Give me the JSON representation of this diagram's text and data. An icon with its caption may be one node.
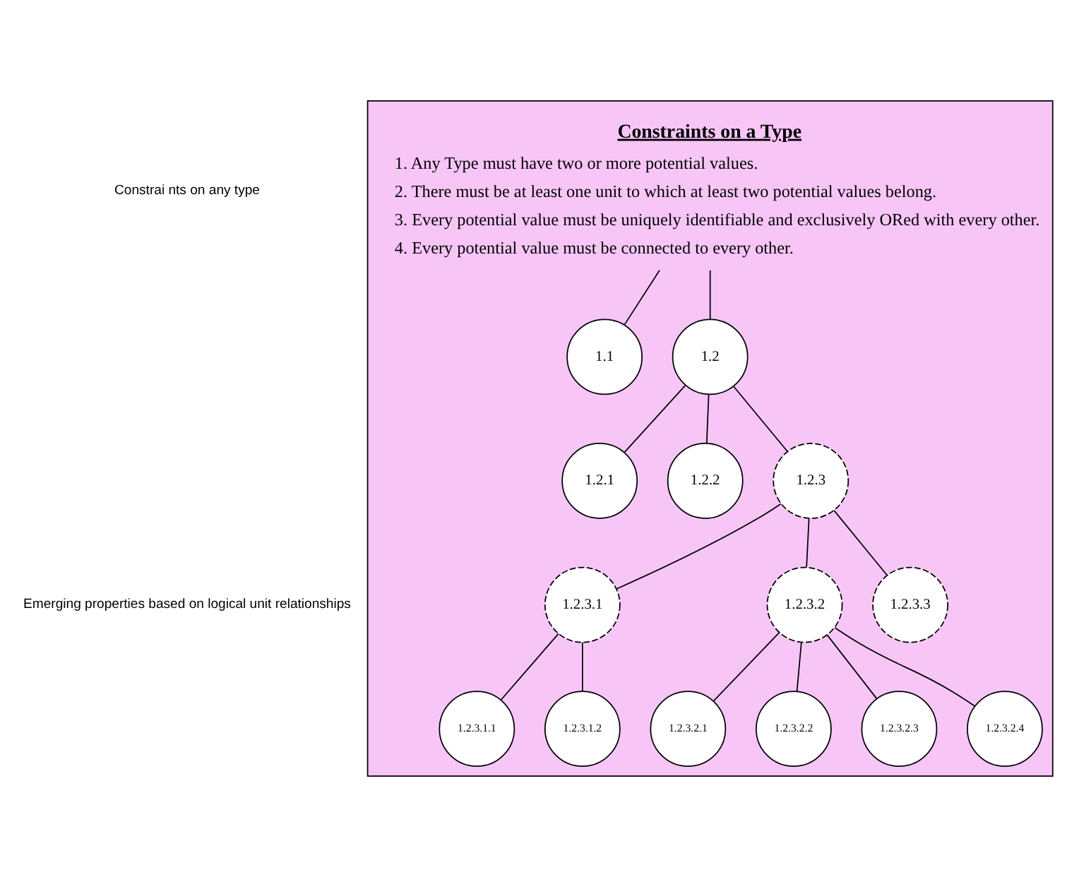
{
  "diagram": {
    "nodes": [
      {
        "text": [],
        "shape": "box"
      },
      {
        "text": [
          "Constraints on a Type",
          "1. Any Type must have two or more potential values.",
          "2. There must be at least one unit to which at least two potential values belong.",
          "3. Every potential value must be uniquely identifiable and exclusively ORed with every other.",
          "4. Every potential value must be connected to every other."
        ],
        "in": 0
      },
      {
        "text": [
          "1.1"
        ],
        "in": 0
      },
      {
        "text": [
          "1.2"
        ],
        "in": 0
      },
      {
        "text": [
          "1.2.1"
        ],
        "in": 0
      },
      {
        "text": [
          "1.2.2"
        ],
        "in": 0
      },
      {
        "text": [
          "1.2.3"
        ],
        "in": 0
      },
      {
        "text": [
          "1.2.3.1"
        ],
        "in": 0
      },
      {
        "text": [
          "1.2.3.2"
        ],
        "in": 0
      },
      {
        "text": [
          "1.2.3.3"
        ],
        "in": 0
      },
      {
        "text": [
          "1.2.3.1.1"
        ],
        "in": 0
      },
      {
        "text": [
          "1.2.3.1.2"
        ],
        "in": 0
      },
      {
        "text": [
          "1.2.3.2.1"
        ],
        "in": 0
      },
      {
        "text": [
          "1.2.3.2.2"
        ],
        "in": 0
      },
      {
        "text": [
          "1.2.3.2.3"
        ],
        "in": 0
      },
      {
        "text": [
          "1.2.3.2.4"
        ],
        "in": 0
      }
    ],
    "edges": [
      {
        "from": 1,
        "to": 2,
        "arrow": "none"
      },
      {
        "from": 1,
        "to": 3,
        "arrow": "none"
      },
      {
        "from": 3,
        "to": 4,
        "arrow": "none"
      },
      {
        "from": 3,
        "to": 5,
        "arrow": "none"
      },
      {
        "from": 3,
        "to": 6,
        "arrow": "none"
      },
      {
        "from": 6,
        "to": 7,
        "arrow": "none"
      },
      {
        "from": 6,
        "to": 8,
        "arrow": "none"
      },
      {
        "from": 6,
        "to": 9,
        "arrow": "none"
      },
      {
        "from": 7,
        "to": 10,
        "arrow": "none"
      },
      {
        "from": 7,
        "to": 11,
        "arrow": "none"
      },
      {
        "from": 8,
        "to": 12,
        "arrow": "none"
      },
      {
        "from": 8,
        "to": 13,
        "arrow": "none"
      },
      {
        "from": 8,
        "to": 14,
        "arrow": "none"
      },
      {
        "from": 8,
        "to": 15,
        "arrow": "none"
      }
    ],
    "labels": [
      "Constrai nts on any type",
      "Emerging properties based on logical unit relationships"
    ]
  }
}
